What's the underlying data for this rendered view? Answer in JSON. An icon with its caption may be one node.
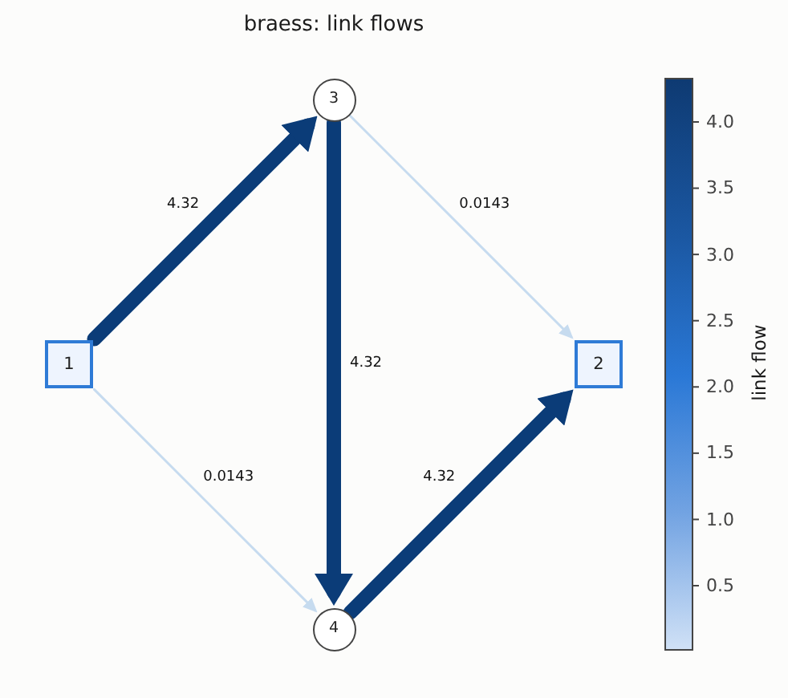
{
  "diagram": {
    "title": "braess: link flows",
    "nodes": [
      {
        "text": [
          "3"
        ]
      },
      {
        "text": [
          "1"
        ]
      },
      {
        "text": [
          "2"
        ]
      },
      {
        "text": [
          "4"
        ]
      }
    ],
    "edges": [
      {
        "from": 1,
        "to": 0,
        "arrow": "to",
        "label": "4.32"
      },
      {
        "from": 0,
        "to": 2,
        "arrow": "to",
        "label": "0.0143",
        "color": "#c6dbef"
      },
      {
        "from": 0,
        "to": 3,
        "arrow": "to",
        "label": "4.32"
      },
      {
        "from": 1,
        "to": 3,
        "arrow": "to",
        "label": "0.0143",
        "color": "#c6dbef"
      },
      {
        "from": 3,
        "to": 2,
        "arrow": "to",
        "label": "4.32"
      }
    ],
    "labels": [
      "4.0",
      "3.5",
      "3.0",
      "2.5",
      "2.0",
      "1.5",
      "1.0",
      "0.5",
      "link flow"
    ]
  }
}
